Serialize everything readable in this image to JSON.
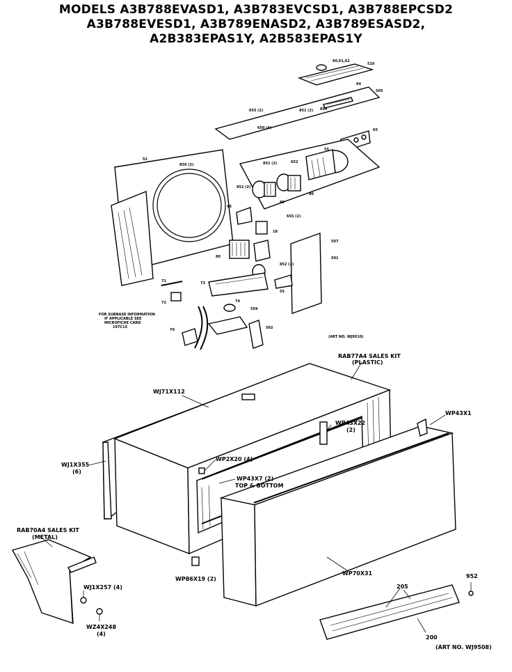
{
  "title_lines": [
    "MODELS A3B788EVASD1, A3B783EVCSD1, A3B788EPCSD2",
    "A3B788EVESD1, A3B789ENASD2, A3B789ESASD2,",
    "A2B383EPAS1Y, A2B583EPAS1Y"
  ],
  "upper_labels": {
    "p510": "510",
    "p60_61_62": "60,61,62",
    "p64": "64",
    "p505": "505",
    "p655a": "655 (2)",
    "p650": "650 (4)",
    "p851": "851 (2)",
    "p854": "854",
    "p65": "65",
    "p52": "52",
    "p850": "850 (2)",
    "p55": "55",
    "p652": "652",
    "p851b": "851 (2)",
    "p86": "86",
    "p852": "852 (2)",
    "p89": "89",
    "p45": "45",
    "p655b": "655 (2)",
    "p18": "18",
    "p507": "507",
    "p80": "80",
    "p501": "501",
    "p852b": "852 (2)",
    "p71": "71",
    "p73": "73",
    "p72": "72",
    "p55b": "55",
    "p74": "74",
    "p559": "559",
    "p70": "70",
    "p502": "502"
  },
  "subbase_note": [
    "FOR SUBBASE INFORMATION",
    "IF APPLICABLE SEE",
    "MICROFICHE CARD",
    "197C15"
  ],
  "art_no_top": "(ART NO. WJ9510)",
  "lower_labels": {
    "plastic_kit_1": "RAB77A4 SALES KIT",
    "plastic_kit_2": "(PLASTIC)",
    "wj71": "WJ71X112",
    "wp43x22": "WP43X22",
    "wp43x22_qty": "(2)",
    "wp43x1": "WP43X1",
    "wj1x355": "WJ1X355",
    "wj1x355_qty": "(6)",
    "wp2x20": "WP2X20 (4)",
    "wp43x7": "WP43X7 (2)",
    "top_bottom": "TOP & BOTTOM",
    "metal_kit_1": "RAB70A4 SALES KIT",
    "metal_kit_2": "(METAL)",
    "wj1x257": "WJ1X257 (4)",
    "wp86x19": "WP86X19 (2)",
    "wp70x31": "WP70X31",
    "wz4x248": "WZ4X248",
    "wz4x248_qty": "(4)",
    "p952": "952",
    "p205": "205",
    "p200": "200"
  },
  "art_no_bottom": "(ART NO. WJ9508)"
}
